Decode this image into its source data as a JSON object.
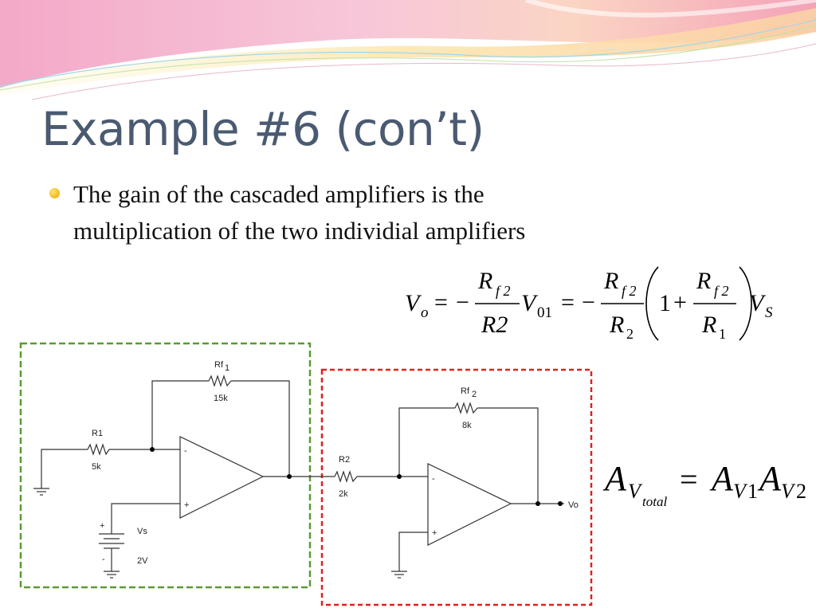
{
  "slide": {
    "title": "Example #6 (con’t)",
    "bullet": {
      "line1": "The gain of the cascaded amplifiers is the",
      "line2": "multiplication of the two individial amplifiers"
    }
  },
  "equation1": {
    "vo": "V",
    "vo_sub": "o",
    "eq": "=",
    "minus": "−",
    "rf2": "R",
    "rf2_sub": "f 2",
    "r2": "R2",
    "v01": "V",
    "v01_sub": "01",
    "r2b": "R",
    "r2b_sub": "2",
    "one": "1",
    "plus": "+",
    "r1": "R",
    "r1_sub": "1",
    "vs": "V",
    "vs_sub": "S"
  },
  "equation2": {
    "a": "A",
    "v": "V",
    "total": "total",
    "eq": "=",
    "v1": "V",
    "one": "1",
    "v2": "V",
    "two": "2"
  },
  "circuit": {
    "stage1": {
      "rf_label": "Rf",
      "rf_sub": "1",
      "rf_value": "15k",
      "r_label": "R1",
      "r_value": "5k",
      "source_label": "Vs",
      "source_value": "2V",
      "source_plus": "+",
      "source_minus": "-",
      "opamp_minus": "-",
      "opamp_plus": "+"
    },
    "stage2": {
      "rf_label": "Rf",
      "rf_sub": "2",
      "rf_value": "8k",
      "r_label": "R2",
      "r_value": "2k",
      "opamp_minus": "-",
      "opamp_plus": "+",
      "output_label": "Vo"
    }
  },
  "colors": {
    "title": "#4a5a72",
    "stage1_box": "#5a9a35",
    "stage2_box": "#e02020",
    "bullet": "#f2b91b"
  }
}
